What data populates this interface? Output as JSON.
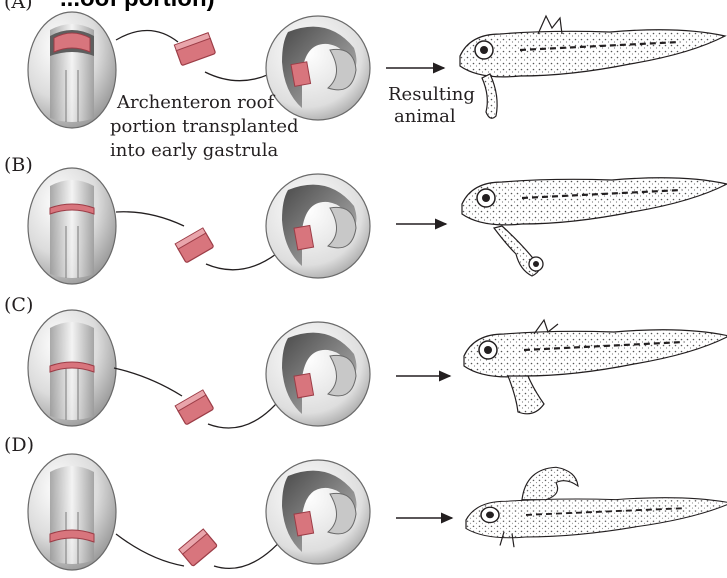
{
  "header": {
    "text": "...oof portion)"
  },
  "panels": [
    {
      "label": "(A)"
    },
    {
      "label": "(B)"
    },
    {
      "label": "(C)"
    },
    {
      "label": "(D)"
    }
  ],
  "annotations": {
    "transplant_line1": "Archenteron roof",
    "transplant_line2": "portion transplanted",
    "transplant_line3": "into early gastrula",
    "result_line1": "Resulting",
    "result_line2": "animal"
  },
  "colors": {
    "graft": "#d8757d",
    "graft_dark": "#9c3d47",
    "embryo_light": "#f2f2f2",
    "embryo_shadow": "#8d8d8d",
    "ink": "#231f20"
  }
}
